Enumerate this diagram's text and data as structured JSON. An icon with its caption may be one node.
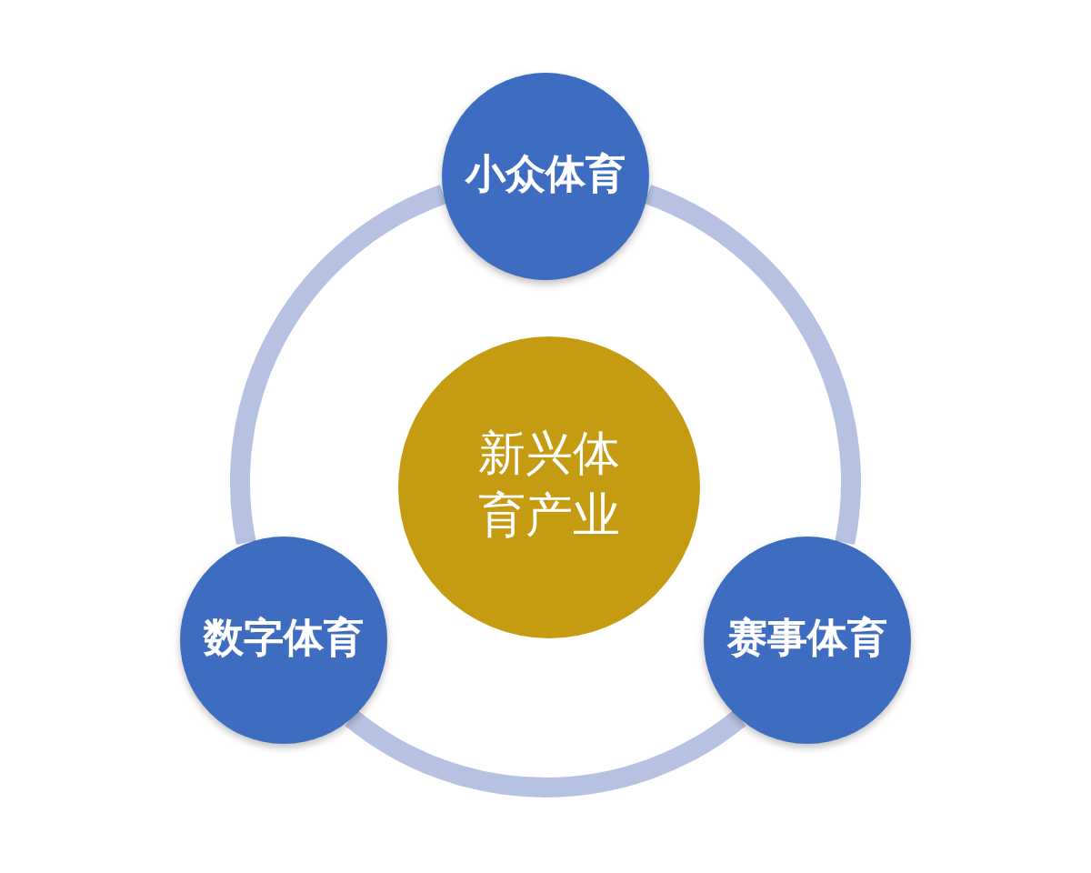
{
  "diagram": {
    "nodes": [
      {
        "text": [
          "新兴体育产业"
        ]
      },
      {
        "text": [
          "小众体育"
        ]
      },
      {
        "text": [
          "赛事体育"
        ]
      },
      {
        "text": [
          "数字体育"
        ]
      }
    ],
    "edges": [
      {
        "from": 1,
        "to": 2,
        "arrow": "none"
      },
      {
        "from": 2,
        "to": 3,
        "arrow": "none"
      },
      {
        "from": 3,
        "to": 1,
        "arrow": "none"
      }
    ]
  }
}
